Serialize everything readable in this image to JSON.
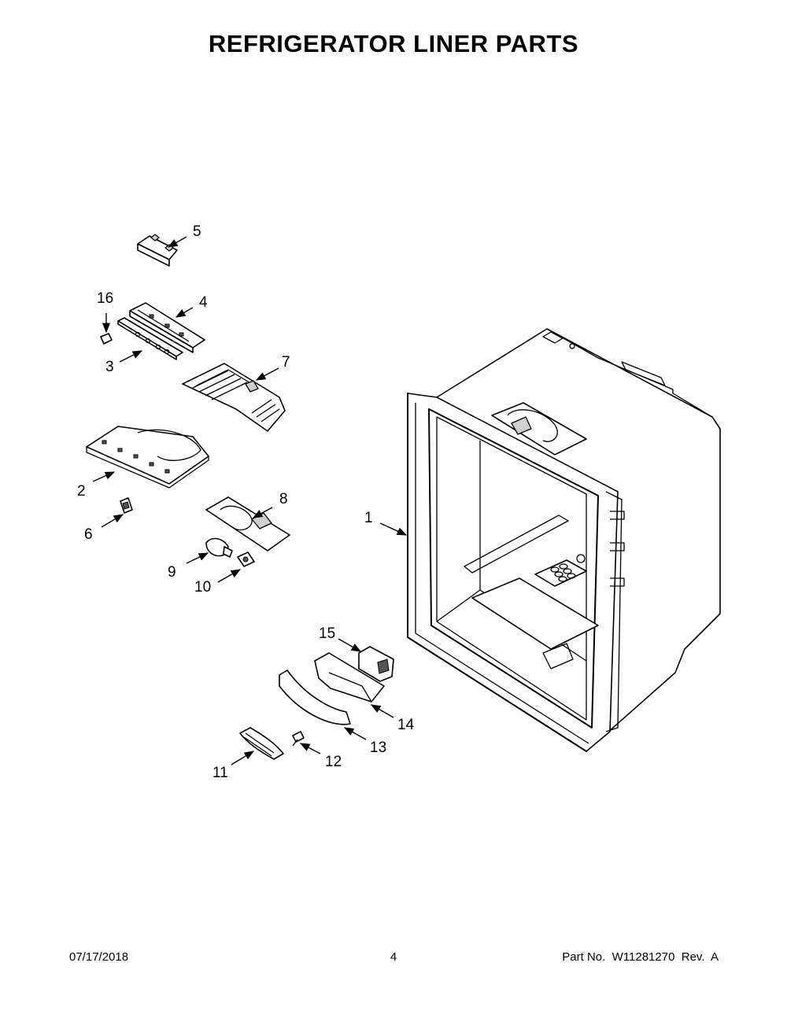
{
  "header": {
    "title": "REFRIGERATOR LINER PARTS"
  },
  "footer": {
    "date": "07/17/2018",
    "page_number": "4",
    "part_number": "Part No.  W11281270  Rev.  A"
  },
  "callouts": [
    "1",
    "2",
    "3",
    "4",
    "5",
    "6",
    "7",
    "8",
    "9",
    "10",
    "11",
    "12",
    "13",
    "14",
    "15",
    "16"
  ]
}
